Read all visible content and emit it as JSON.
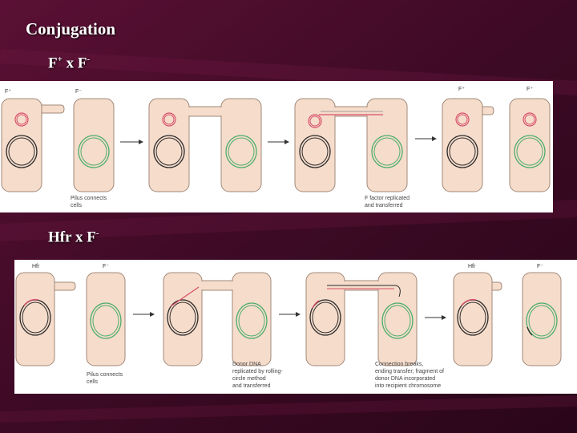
{
  "slide": {
    "title": "Conjugation",
    "section1_prefix": "F",
    "section1_sup1": "+",
    "section1_mid": " x F",
    "section1_sup2": "-",
    "section2_prefix": "Hfr x F",
    "section2_sup": "-"
  },
  "panel1": {
    "labels": {
      "c1": "F⁺",
      "c2": "F⁻",
      "c9": "F⁺",
      "c10": "F⁺"
    },
    "caption_a": [
      "Pilus connects",
      "cells"
    ],
    "caption_b": [
      "F factor replicated",
      "and transferred"
    ]
  },
  "panel2": {
    "labels": {
      "c1": "Hfr",
      "c2": "F⁻",
      "c9": "Hfr",
      "c10": "F⁻"
    },
    "caption_a": [
      "Pilus connects",
      "cells"
    ],
    "caption_b": [
      "Donor DNA",
      "replicated by rolling-",
      "circle method",
      "and transferred"
    ],
    "caption_c": [
      "Connection breaks,",
      "ending transfer; fragment of",
      "donor DNA incorporated",
      "into recipient chromosome"
    ]
  },
  "colors": {
    "background": "#3a0a24",
    "cell_fill": "#f6dccb",
    "cell_stroke": "#a08878",
    "plasmid": "#d8506a",
    "recipient_chromosome": "#4cae6c",
    "donor_chromosome": "#2a2a2a"
  }
}
